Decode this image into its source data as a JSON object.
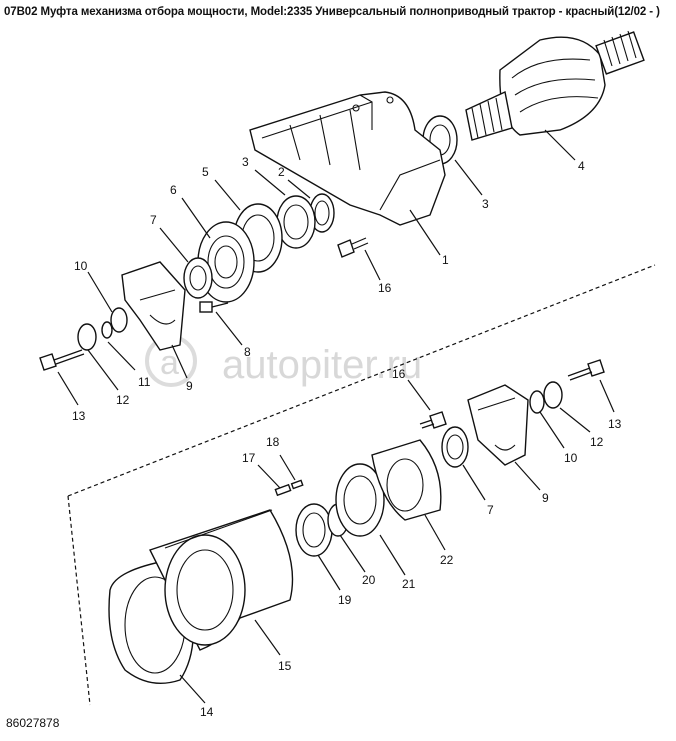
{
  "header": {
    "title": "07B02 Муфта механизма отбора мощности, Model:2335 Универсальный полноприводный трактор - красный(12/02 - )"
  },
  "footer": {
    "code": "86027878"
  },
  "watermark": {
    "text": "autopiter.ru"
  },
  "callouts": {
    "upper": [
      "1",
      "2",
      "3",
      "3",
      "4",
      "5",
      "6",
      "7",
      "8",
      "9",
      "10",
      "11",
      "12",
      "13",
      "16"
    ],
    "lower": [
      "16",
      "13",
      "12",
      "10",
      "9",
      "7",
      "22",
      "21",
      "20",
      "19",
      "18",
      "17",
      "15",
      "14"
    ]
  }
}
